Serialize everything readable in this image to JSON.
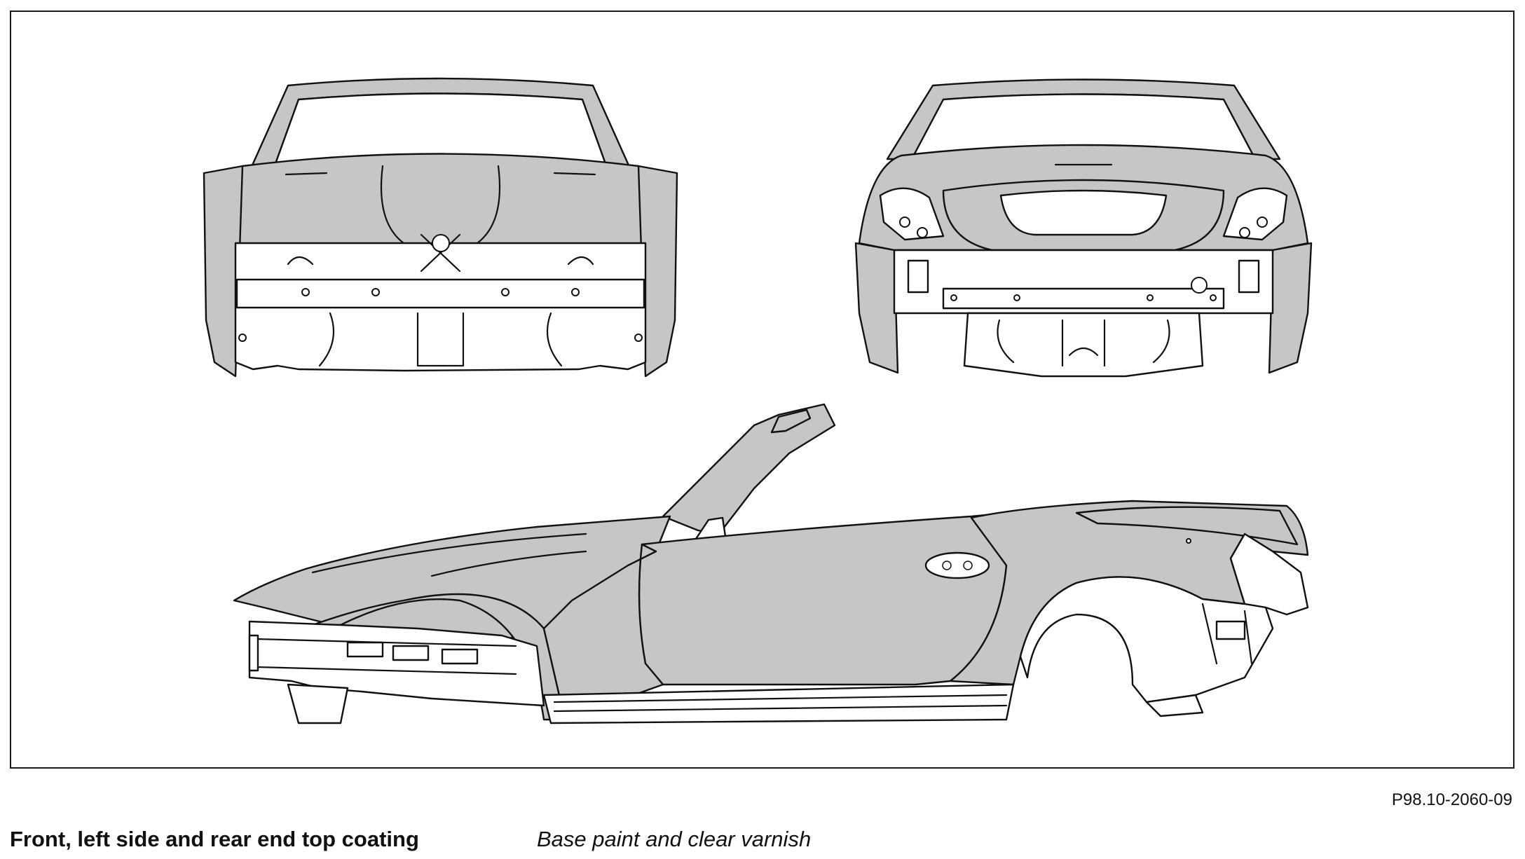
{
  "figure": {
    "code": "P98.10-2060-09",
    "caption_title": "Front, left side and rear end top coating",
    "caption_note": "Base paint and clear varnish"
  },
  "views": {
    "front": "front-view-icon",
    "rear": "rear-view-icon",
    "side": "left-side-view-icon"
  },
  "colors": {
    "coated_area": "#c6c6c6",
    "outline": "#111111",
    "background": "#ffffff"
  }
}
